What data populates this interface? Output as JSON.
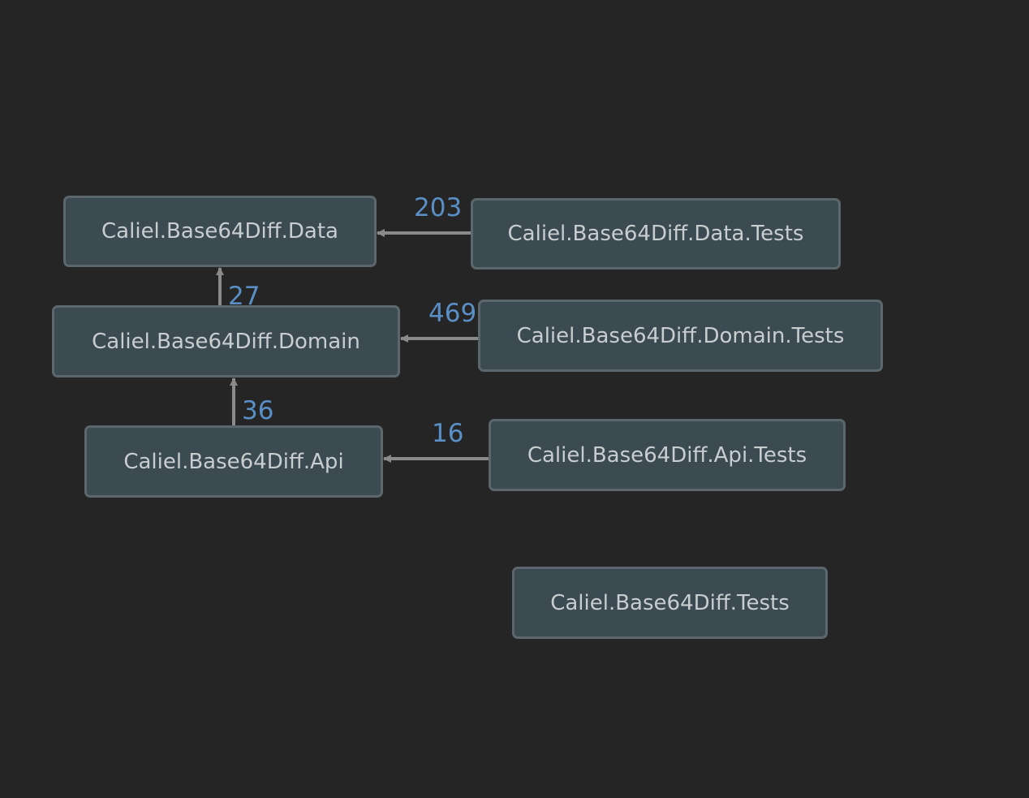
{
  "nodes": {
    "data": "Caliel.Base64Diff.Data",
    "data_tests": "Caliel.Base64Diff.Data.Tests",
    "domain": "Caliel.Base64Diff.Domain",
    "domain_tests": "Caliel.Base64Diff.Domain.Tests",
    "api": "Caliel.Base64Diff.Api",
    "api_tests": "Caliel.Base64Diff.Api.Tests",
    "tests": "Caliel.Base64Diff.Tests"
  },
  "edges": [
    {
      "from": "Caliel.Base64Diff.Data.Tests",
      "to": "Caliel.Base64Diff.Data",
      "label": "203"
    },
    {
      "from": "Caliel.Base64Diff.Domain",
      "to": "Caliel.Base64Diff.Data",
      "label": "27"
    },
    {
      "from": "Caliel.Base64Diff.Domain.Tests",
      "to": "Caliel.Base64Diff.Domain",
      "label": "469"
    },
    {
      "from": "Caliel.Base64Diff.Api",
      "to": "Caliel.Base64Diff.Domain",
      "label": "36"
    },
    {
      "from": "Caliel.Base64Diff.Api.Tests",
      "to": "Caliel.Base64Diff.Api",
      "label": "16"
    }
  ],
  "colors": {
    "background": "#252525",
    "node_fill": "#3c4a52",
    "node_border": "#5b666d",
    "node_text": "#c8cdd0",
    "edge_line": "#8a8a8a",
    "edge_label": "#5a8fc6"
  }
}
